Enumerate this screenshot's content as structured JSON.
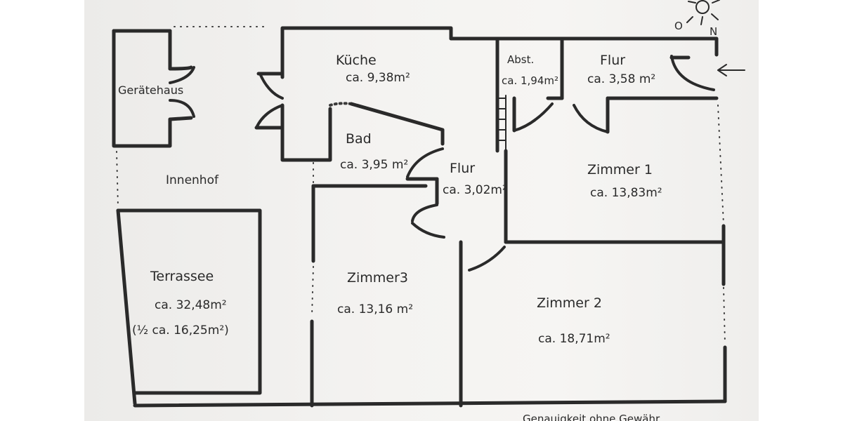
{
  "rooms": {
    "geraetehaus": {
      "name": "Gerätehaus"
    },
    "kueche": {
      "name": "Küche",
      "area": "ca. 9,38m²"
    },
    "abst": {
      "name": "Abst.",
      "area": "ca. 1,94m²"
    },
    "flur_entry": {
      "name": "Flur",
      "area": "ca. 3,58 m²"
    },
    "bad": {
      "name": "Bad",
      "area": "ca. 3,95 m²"
    },
    "flur_center": {
      "name": "Flur",
      "area": "ca. 3,02m²"
    },
    "zimmer1": {
      "name": "Zimmer 1",
      "area": "ca. 13,83m²"
    },
    "innenhof": {
      "name": "Innenhof"
    },
    "terrasse": {
      "name": "Terrassee",
      "area": "ca. 32,48m²",
      "half_area": "(½ ca. 16,25m²)"
    },
    "zimmer3": {
      "name": "Zimmer3",
      "area": "ca. 13,16 m²"
    },
    "zimmer2": {
      "name": "Zimmer 2",
      "area": "ca. 18,71m²"
    }
  },
  "compass": {
    "north": "N",
    "east": "O"
  },
  "footer": {
    "note": "Genauigkeit ohne Gewähr"
  },
  "icons": {
    "entrance": "entrance-arrow-icon",
    "sun": "sun-icon",
    "stairs": "stairs-icon"
  }
}
